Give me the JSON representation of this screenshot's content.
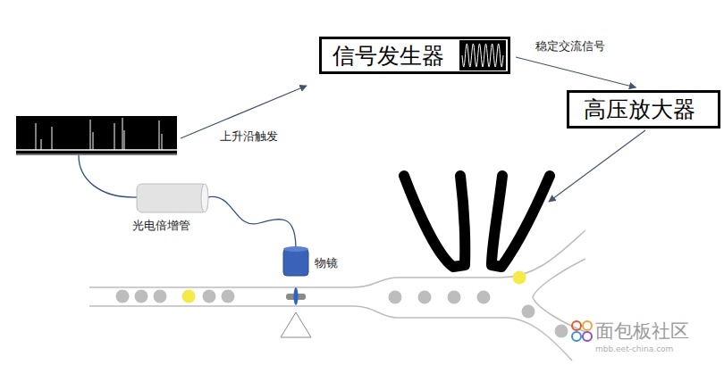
{
  "diagram": {
    "nodes": [
      {
        "text": [
          "信号发生器"
        ]
      },
      {
        "text": [
          "高压放大器"
        ]
      }
    ],
    "edges": [
      {
        "from": 0,
        "to": 1,
        "label": "稳定交流信号",
        "arrow": "to"
      }
    ],
    "labels": [
      "上升沿触发",
      "光电倍增管",
      "物镜",
      "面包板社区",
      "mbb.eet-china.com"
    ]
  }
}
